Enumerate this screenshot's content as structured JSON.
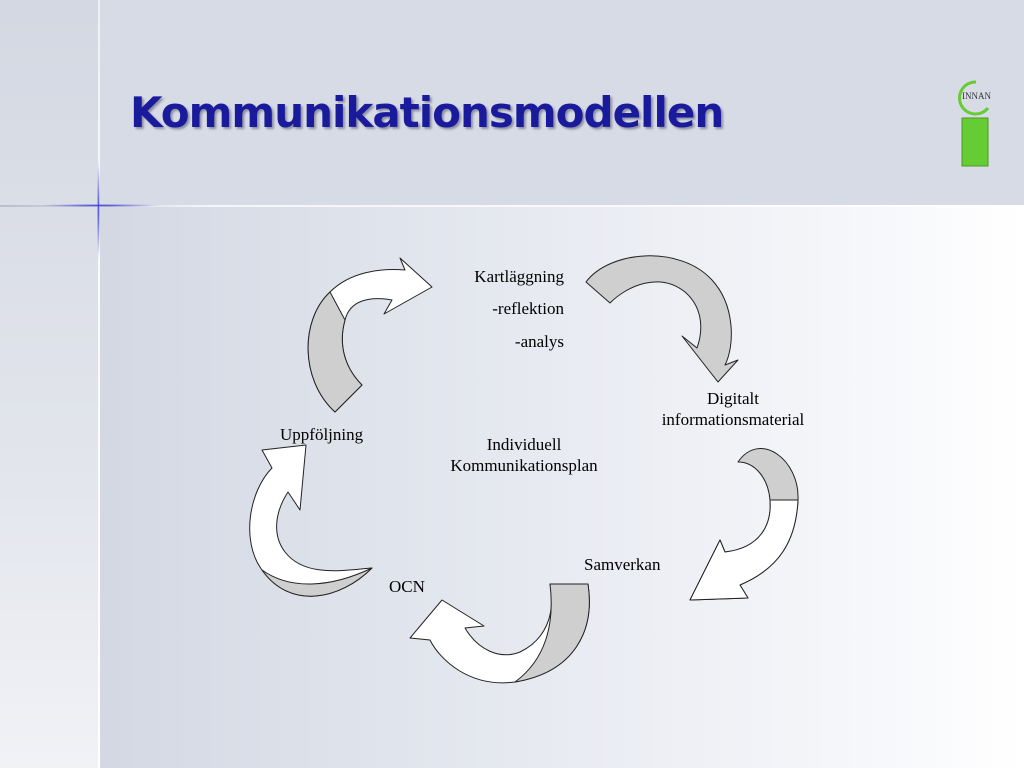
{
  "slide": {
    "title": "Kommunikationsmodellen",
    "logo_text": "INNAN"
  },
  "diagram": {
    "nodes": {
      "kartlaggning": [
        "Kartläggning",
        "-reflektion",
        "-analys"
      ],
      "digitalt": [
        "Digitalt",
        "informationsmaterial"
      ],
      "samverkan": "Samverkan",
      "ocn": "OCN",
      "uppfoljning": "Uppföljning",
      "center": [
        "Individuell",
        "Kommunikationsplan"
      ]
    }
  },
  "colors": {
    "title": "#1a1a9c",
    "arrow_fill_light": "#ffffff",
    "arrow_fill_dark": "#cfcfcf",
    "logo_green": "#66cc33"
  }
}
